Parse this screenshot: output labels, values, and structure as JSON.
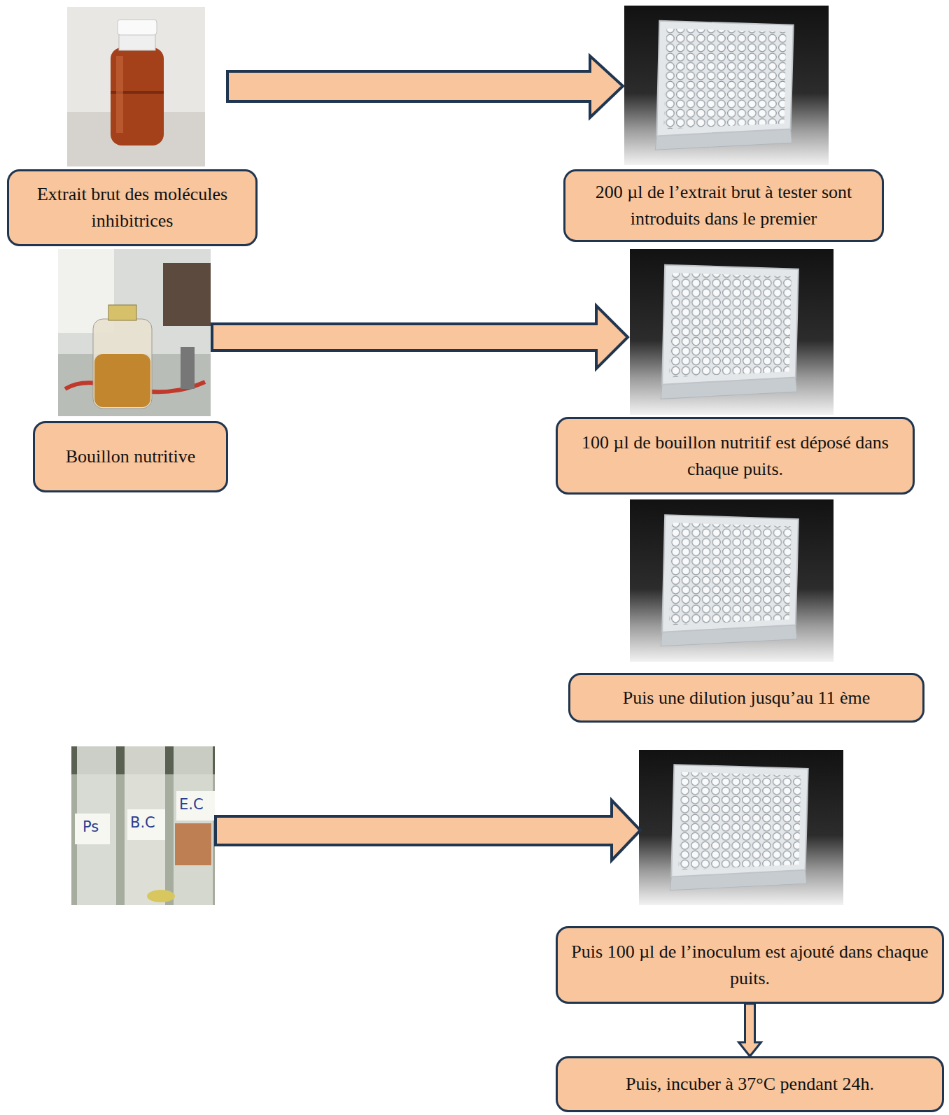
{
  "diagram": {
    "nodes": [
      {
        "text": [
          "Extrait brut des molécules inhibitrices"
        ]
      },
      {
        "text": [
          "200 µl de l’extrait brut à tester sont introduits dans le premier"
        ]
      },
      {
        "text": [
          "Bouillon nutritive"
        ]
      },
      {
        "text": [
          "100 µl de bouillon nutritif est déposé dans chaque puits."
        ]
      },
      {
        "text": [
          "Puis une dilution jusqu’au 11 ème"
        ]
      },
      {
        "text": [
          "Puis 100 µl de l’inoculum est ajouté dans chaque puits."
        ]
      },
      {
        "text": [
          "Puis, incuber à 37°C pendant 24h."
        ]
      }
    ],
    "edges": [
      {
        "from": 5,
        "to": 6,
        "arrow": "to"
      }
    ],
    "labels": [
      "Ps",
      "B.C",
      "E.C"
    ]
  }
}
